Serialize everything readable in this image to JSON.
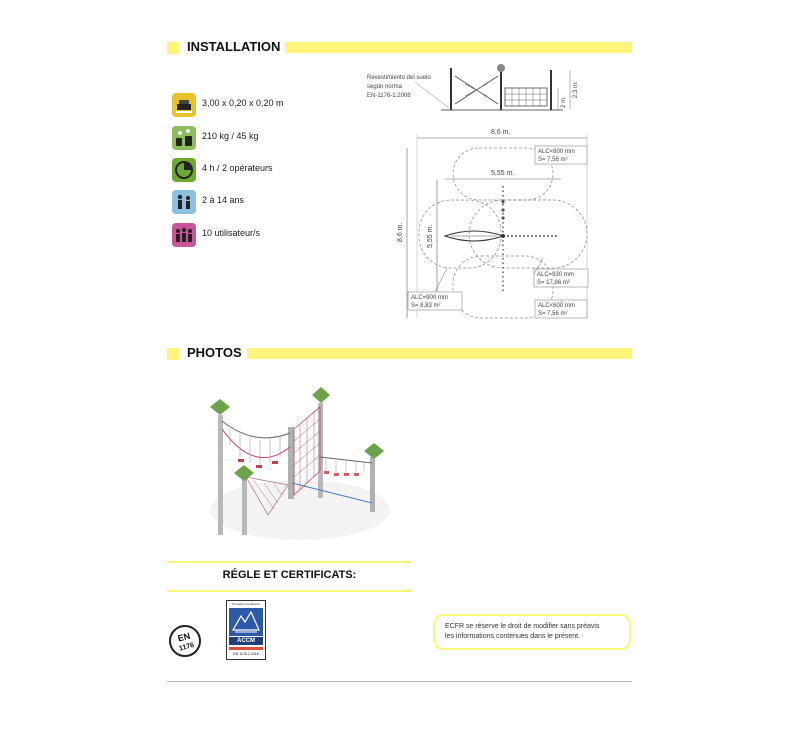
{
  "installation": {
    "title": "INSTALLATION"
  },
  "specs": [
    {
      "icon": "dimensions-icon",
      "text": "3,00 x 0,20 x 0,20 m",
      "color": "#e7c42c"
    },
    {
      "icon": "weight-icon",
      "text": "210 kg / 45 kg",
      "color": "#8ebc5a"
    },
    {
      "icon": "clock-icon",
      "text": "4 h / 2 opérateurs",
      "color": "#6ea832"
    },
    {
      "icon": "age-icon",
      "text": "2 à 14 ans",
      "color": "#8fc0e0"
    },
    {
      "icon": "users-icon",
      "text": "10 utilisateur/s",
      "color": "#c8559a"
    }
  ],
  "diagram": {
    "surface_note_line1": "Revestimiento del suelo",
    "surface_note_line2": "según norma",
    "surface_note_line3": "EN-1176-1:2008",
    "height_a": "2 m.",
    "height_b": "2,3 m.",
    "width_total": "8,6 m.",
    "depth_total": "8,6 m.",
    "inner_width": "5,55 m.",
    "inner_depth": "5,55 m.",
    "zone1_alc": "ALC<600 mm",
    "zone1_s": "S= 7,56 m²",
    "zone2_alc": "ALC=930 mm",
    "zone2_s": "S= 17,86 m²",
    "zone3_alc": "ALC=900 mm",
    "zone3_s": "S= 8,83 m²",
    "zone4_alc": "ALC<600 mm",
    "zone4_s": "S= 7,56 m²"
  },
  "photos": {
    "title": "PHOTOS"
  },
  "certificates": {
    "title": "RÉGLE ET CERTIFICATS:",
    "en_badge_line1": "EN",
    "en_badge_line2": "1176",
    "accm_top": "Producto Certificado",
    "accm_name": "ACCM",
    "accm_norm": "EN 1176-1:2018"
  },
  "notice": {
    "line1": "ECFR se réserve le droit de modifier sans préavis",
    "line2": "les informations contenues dans le présent."
  },
  "colors": {
    "accent": "#fff47a"
  }
}
